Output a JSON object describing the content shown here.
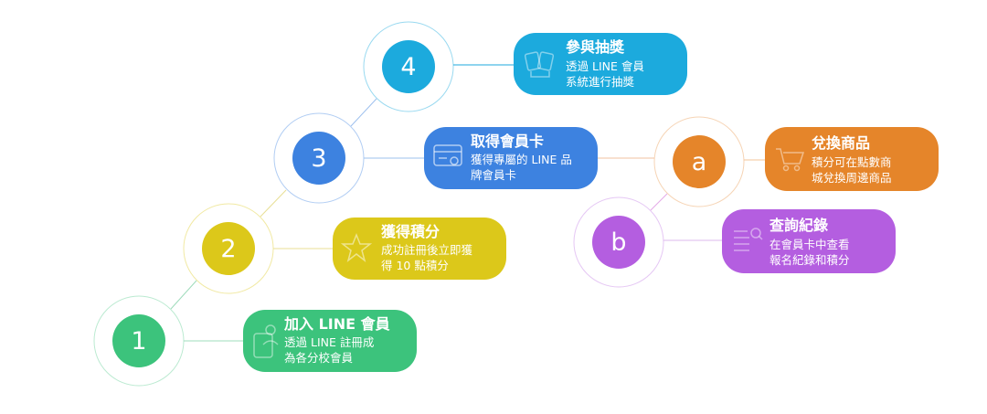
{
  "steps": [
    {
      "number": "1",
      "title": "加入 LINE 會員",
      "desc_line1": "透過 LINE 註冊成",
      "desc_line2": "為各分校會員",
      "color": "#3cc37c",
      "icon": "user-card-icon"
    },
    {
      "number": "2",
      "title": "獲得積分",
      "desc_line1": "成功註冊後立即獲",
      "desc_line2": "得 10 點積分",
      "color": "#dcc81a",
      "icon": "star-icon"
    },
    {
      "number": "3",
      "title": "取得會員卡",
      "desc_line1": "獲得專屬的 LINE 品",
      "desc_line2": "牌會員卡",
      "color": "#3d82e0",
      "icon": "member-card-icon"
    },
    {
      "number": "4",
      "title": "參與抽獎",
      "desc_line1": "透過 LINE 會員",
      "desc_line2": "系統進行抽獎",
      "color": "#1caadd",
      "icon": "lottery-tickets-icon"
    }
  ],
  "options": [
    {
      "letter": "a",
      "title": "兌換商品",
      "desc_line1": "積分可在點數商",
      "desc_line2": "城兌換周邊商品",
      "color": "#e5852a",
      "icon": "shopping-cart-icon"
    },
    {
      "letter": "b",
      "title": "查詢紀錄",
      "desc_line1": "在會員卡中查看",
      "desc_line2": "報名紀錄和積分",
      "color": "#b45ee0",
      "icon": "search-list-icon"
    }
  ]
}
